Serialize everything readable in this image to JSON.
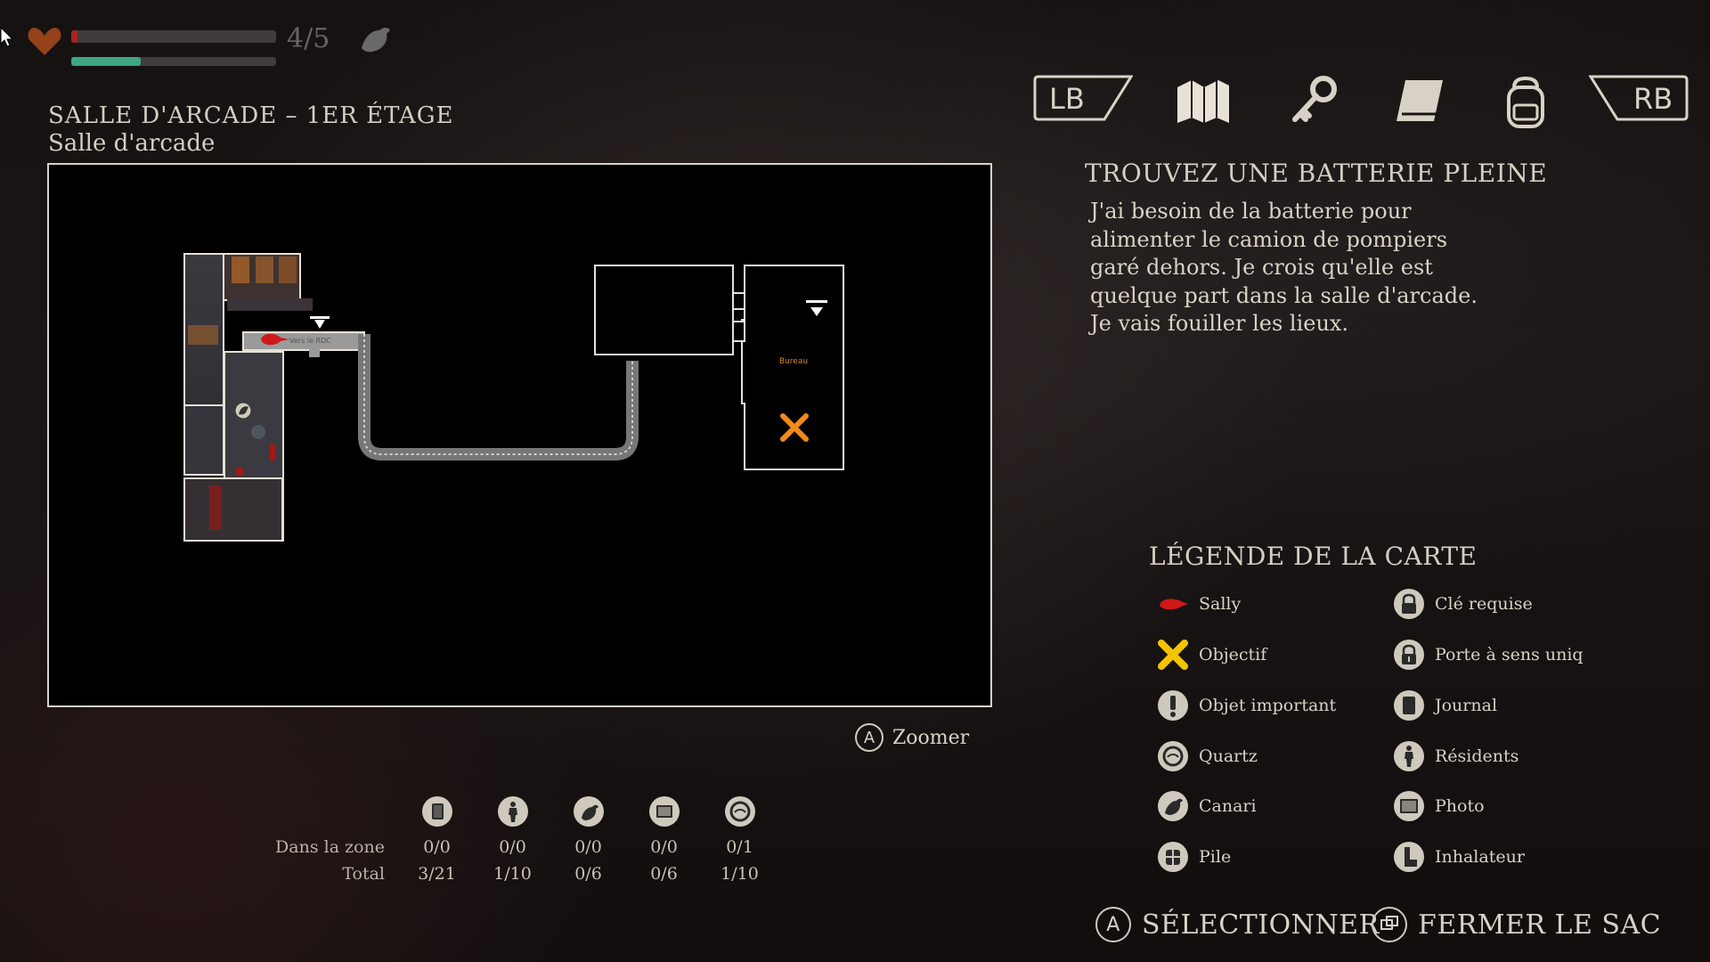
{
  "hud": {
    "count": "4/5",
    "health_fraction": 0.03,
    "stamina_fraction": 0.34
  },
  "location": {
    "title": "SALLE D'ARCADE – 1ER ÉTAGE",
    "subtitle": "Salle d'arcade"
  },
  "map": {
    "labels": {
      "stairs": "Vers le RDC",
      "office": "Bureau"
    },
    "zoom_button": "A",
    "zoom_label": "Zoomer"
  },
  "tabs": {
    "left_shoulder": "LB",
    "right_shoulder": "RB",
    "items": [
      {
        "icon": "map-icon",
        "active": true
      },
      {
        "icon": "key-icon",
        "active": false
      },
      {
        "icon": "journal-icon",
        "active": false
      },
      {
        "icon": "backpack-icon",
        "active": false
      }
    ]
  },
  "objective": {
    "title": "TROUVEZ UNE BATTERIE PLEINE",
    "text": "J'ai besoin de la batterie pour\nalimenter le camion de pompiers\ngaré dehors. Je crois qu'elle est\nquelque part dans la salle d'arcade.\nJe vais fouiller les lieux."
  },
  "stats": {
    "row_labels": {
      "zone": "Dans la zone",
      "total": "Total"
    },
    "columns": [
      {
        "icon": "journal-icon",
        "zone": "0/0",
        "total": "3/21"
      },
      {
        "icon": "resident-icon",
        "zone": "0/0",
        "total": "1/10"
      },
      {
        "icon": "canary-icon",
        "zone": "0/0",
        "total": "0/6"
      },
      {
        "icon": "photo-icon",
        "zone": "0/0",
        "total": "0/6"
      },
      {
        "icon": "quartz-icon",
        "zone": "0/1",
        "total": "1/10"
      }
    ]
  },
  "legend": {
    "title": "LÉGENDE DE LA CARTE",
    "items": [
      {
        "icon": "sally-icon",
        "label": "Sally"
      },
      {
        "icon": "key-required-icon",
        "label": "Clé requise"
      },
      {
        "icon": "objective-icon",
        "label": "Objectif"
      },
      {
        "icon": "one-way-door-icon",
        "label": "Porte à sens uniq"
      },
      {
        "icon": "important-item-icon",
        "label": "Objet important"
      },
      {
        "icon": "journal-icon",
        "label": "Journal"
      },
      {
        "icon": "quartz-icon",
        "label": "Quartz"
      },
      {
        "icon": "resident-icon",
        "label": "Résidents"
      },
      {
        "icon": "canary-icon",
        "label": "Canari"
      },
      {
        "icon": "photo-icon",
        "label": "Photo"
      },
      {
        "icon": "battery-icon",
        "label": "Pile"
      },
      {
        "icon": "inhaler-icon",
        "label": "Inhalateur"
      }
    ]
  },
  "actions": {
    "select": {
      "button": "A",
      "label": "SÉLECTIONNER"
    },
    "close": {
      "label": "FERMER LE SAC"
    }
  },
  "colors": {
    "accent_orange": "#f08a1c",
    "sally_red": "#d01818",
    "objective_yellow": "#f5c400",
    "stamina_green": "#3fa585"
  }
}
